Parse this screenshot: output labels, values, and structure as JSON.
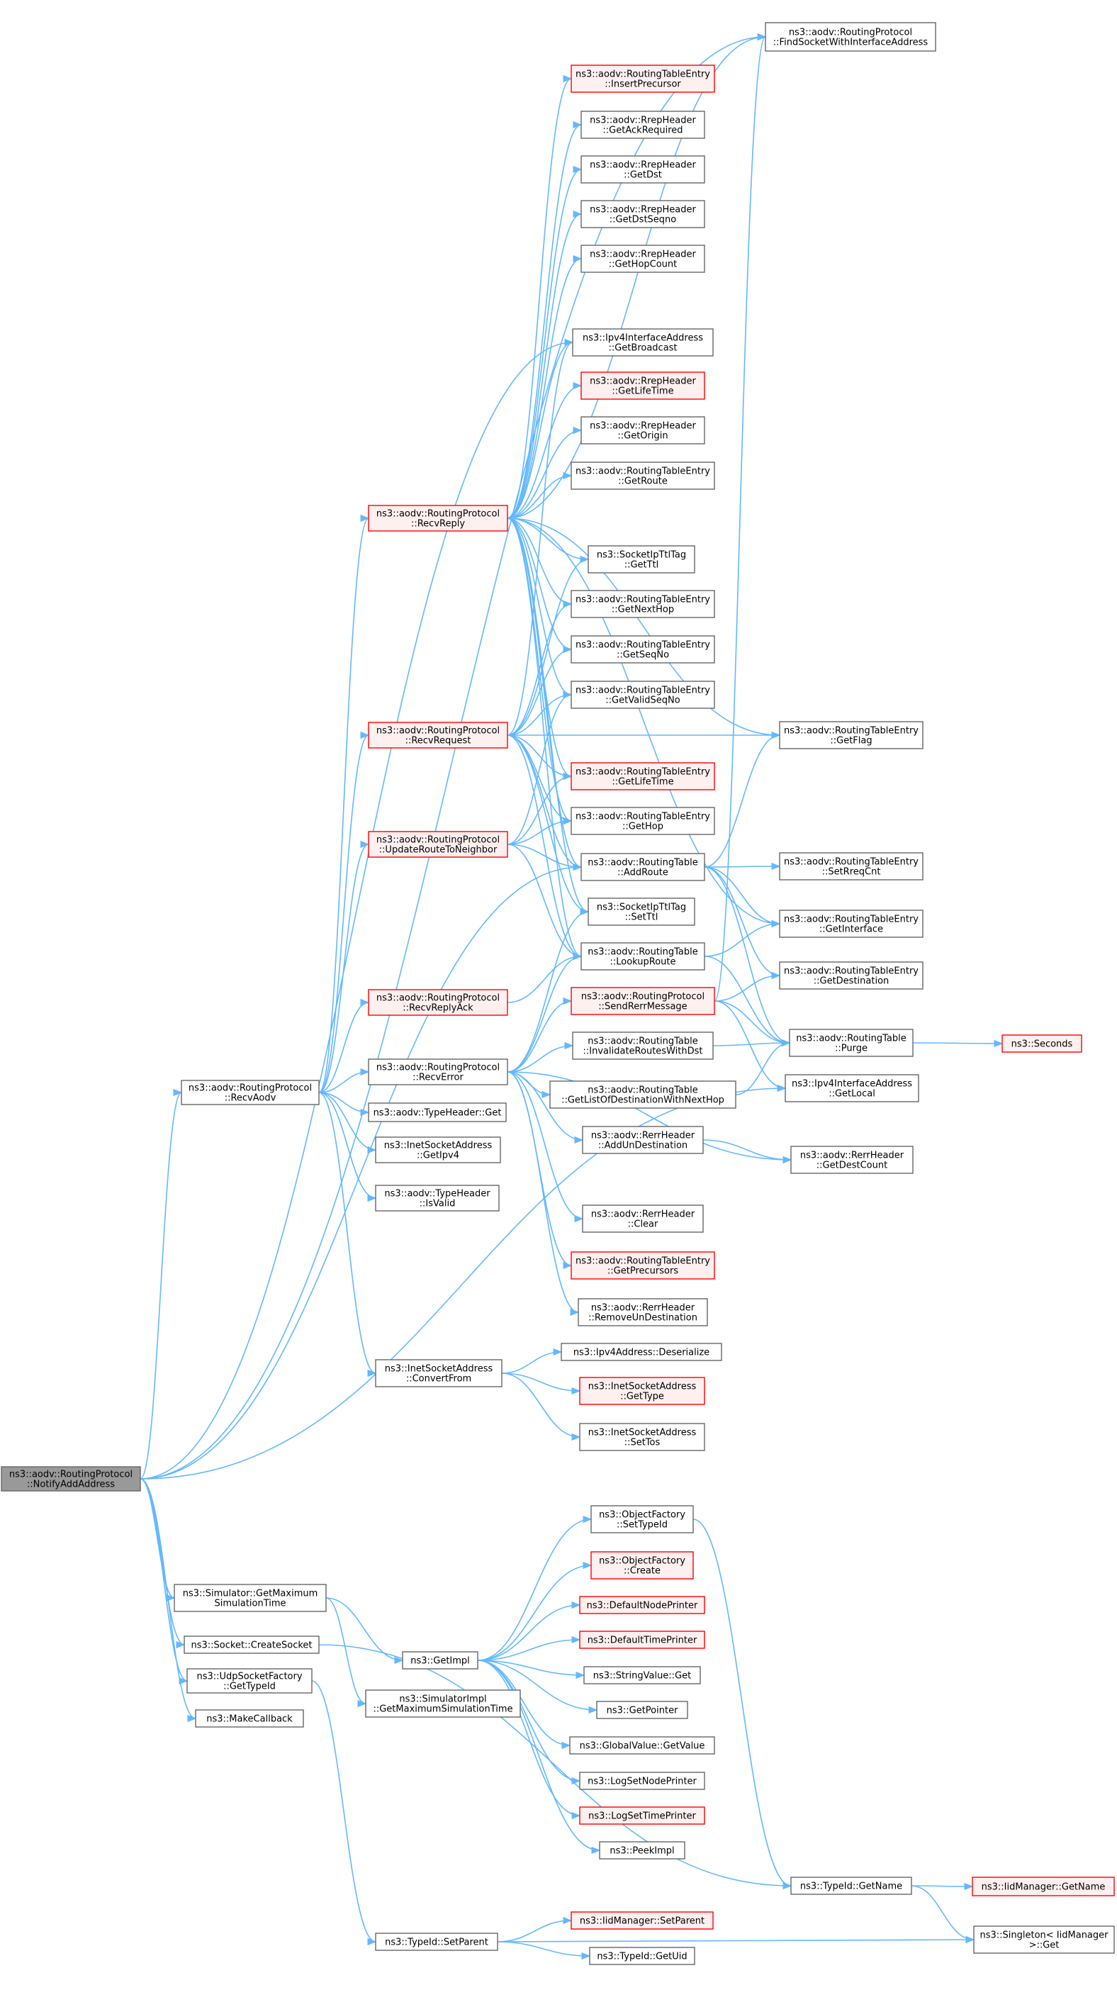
{
  "nodes": [
    {
      "id": "root",
      "lines": [
        "ns3::aodv::RoutingProtocol",
        "::NotifyAddAddress"
      ],
      "style": "root"
    },
    {
      "id": "recvAodv",
      "lines": [
        "ns3::aodv::RoutingProtocol",
        "::RecvAodv"
      ],
      "style": "normal"
    },
    {
      "id": "getMaxSim",
      "lines": [
        "ns3::Simulator::GetMaximum",
        "SimulationTime"
      ],
      "style": "normal"
    },
    {
      "id": "createSocket",
      "lines": [
        "ns3::Socket::CreateSocket"
      ],
      "style": "normal"
    },
    {
      "id": "udpGetTypeId",
      "lines": [
        "ns3::UdpSocketFactory",
        "::GetTypeId"
      ],
      "style": "normal"
    },
    {
      "id": "makeCallback",
      "lines": [
        "ns3::MakeCallback"
      ],
      "style": "normal"
    },
    {
      "id": "recvReply",
      "lines": [
        "ns3::aodv::RoutingProtocol",
        "::RecvReply"
      ],
      "style": "red"
    },
    {
      "id": "recvRequest",
      "lines": [
        "ns3::aodv::RoutingProtocol",
        "::RecvRequest"
      ],
      "style": "red"
    },
    {
      "id": "updateRoute",
      "lines": [
        "ns3::aodv::RoutingProtocol",
        "::UpdateRouteToNeighbor"
      ],
      "style": "red"
    },
    {
      "id": "recvReplyAck",
      "lines": [
        "ns3::aodv::RoutingProtocol",
        "::RecvReplyAck"
      ],
      "style": "red"
    },
    {
      "id": "recvError",
      "lines": [
        "ns3::aodv::RoutingProtocol",
        "::RecvError"
      ],
      "style": "normal"
    },
    {
      "id": "typeHeaderGet",
      "lines": [
        "ns3::aodv::TypeHeader::Get"
      ],
      "style": "normal"
    },
    {
      "id": "inetGetIpv4",
      "lines": [
        "ns3::InetSocketAddress",
        "::GetIpv4"
      ],
      "style": "normal"
    },
    {
      "id": "typeHeaderIsValid",
      "lines": [
        "ns3::aodv::TypeHeader",
        "::IsValid"
      ],
      "style": "normal"
    },
    {
      "id": "inetConvertFrom",
      "lines": [
        "ns3::InetSocketAddress",
        "::ConvertFrom"
      ],
      "style": "normal"
    },
    {
      "id": "getImpl",
      "lines": [
        "ns3::GetImpl"
      ],
      "style": "normal"
    },
    {
      "id": "simImplGetMax",
      "lines": [
        "ns3::SimulatorImpl",
        "::GetMaximumSimulationTime"
      ],
      "style": "normal"
    },
    {
      "id": "typeIdSetParent",
      "lines": [
        "ns3::TypeId::SetParent"
      ],
      "style": "normal"
    },
    {
      "id": "rteInsertPrecursor",
      "lines": [
        "ns3::aodv::RoutingTableEntry",
        "::InsertPrecursor"
      ],
      "style": "red"
    },
    {
      "id": "rrepGetAckRequired",
      "lines": [
        "ns3::aodv::RrepHeader",
        "::GetAckRequired"
      ],
      "style": "normal"
    },
    {
      "id": "rrepGetDst",
      "lines": [
        "ns3::aodv::RrepHeader",
        "::GetDst"
      ],
      "style": "normal"
    },
    {
      "id": "rrepGetDstSeqno",
      "lines": [
        "ns3::aodv::RrepHeader",
        "::GetDstSeqno"
      ],
      "style": "normal"
    },
    {
      "id": "rrepGetHopCount",
      "lines": [
        "ns3::aodv::RrepHeader",
        "::GetHopCount"
      ],
      "style": "normal"
    },
    {
      "id": "ipv4IfGetBroadcast",
      "lines": [
        "ns3::Ipv4InterfaceAddress",
        "::GetBroadcast"
      ],
      "style": "normal"
    },
    {
      "id": "rrepGetLifeTime",
      "lines": [
        "ns3::aodv::RrepHeader",
        "::GetLifeTime"
      ],
      "style": "red"
    },
    {
      "id": "rrepGetOrigin",
      "lines": [
        "ns3::aodv::RrepHeader",
        "::GetOrigin"
      ],
      "style": "normal"
    },
    {
      "id": "rteGetRoute",
      "lines": [
        "ns3::aodv::RoutingTableEntry",
        "::GetRoute"
      ],
      "style": "normal"
    },
    {
      "id": "ttlGetTtl",
      "lines": [
        "ns3::SocketIpTtlTag",
        "::GetTtl"
      ],
      "style": "normal"
    },
    {
      "id": "rteGetNextHop",
      "lines": [
        "ns3::aodv::RoutingTableEntry",
        "::GetNextHop"
      ],
      "style": "normal"
    },
    {
      "id": "rteGetSeqNo",
      "lines": [
        "ns3::aodv::RoutingTableEntry",
        "::GetSeqNo"
      ],
      "style": "normal"
    },
    {
      "id": "rteGetValidSeqNo",
      "lines": [
        "ns3::aodv::RoutingTableEntry",
        "::GetValidSeqNo"
      ],
      "style": "normal"
    },
    {
      "id": "rteGetLifeTime",
      "lines": [
        "ns3::aodv::RoutingTableEntry",
        "::GetLifeTime"
      ],
      "style": "red"
    },
    {
      "id": "rteGetHop",
      "lines": [
        "ns3::aodv::RoutingTableEntry",
        "::GetHop"
      ],
      "style": "normal"
    },
    {
      "id": "rtAddRoute",
      "lines": [
        "ns3::aodv::RoutingTable",
        "::AddRoute"
      ],
      "style": "normal"
    },
    {
      "id": "ttlSetTtl",
      "lines": [
        "ns3::SocketIpTtlTag",
        "::SetTtl"
      ],
      "style": "normal"
    },
    {
      "id": "rtLookupRoute",
      "lines": [
        "ns3::aodv::RoutingTable",
        "::LookupRoute"
      ],
      "style": "normal"
    },
    {
      "id": "sendRerr",
      "lines": [
        "ns3::aodv::RoutingProtocol",
        "::SendRerrMessage"
      ],
      "style": "red"
    },
    {
      "id": "rtInvalidate",
      "lines": [
        "ns3::aodv::RoutingTable",
        "::InvalidateRoutesWithDst"
      ],
      "style": "normal"
    },
    {
      "id": "rtGetListOfDst",
      "lines": [
        "ns3::aodv::RoutingTable",
        "::GetListOfDestinationWithNextHop"
      ],
      "style": "normal"
    },
    {
      "id": "rerrAddUnDest",
      "lines": [
        "ns3::aodv::RerrHeader",
        "::AddUnDestination"
      ],
      "style": "normal"
    },
    {
      "id": "rerrClear",
      "lines": [
        "ns3::aodv::RerrHeader",
        "::Clear"
      ],
      "style": "normal"
    },
    {
      "id": "rteGetPrecursors",
      "lines": [
        "ns3::aodv::RoutingTableEntry",
        "::GetPrecursors"
      ],
      "style": "red"
    },
    {
      "id": "rerrRemoveUnDest",
      "lines": [
        "ns3::aodv::RerrHeader",
        "::RemoveUnDestination"
      ],
      "style": "normal"
    },
    {
      "id": "ipv4Deserialize",
      "lines": [
        "ns3::Ipv4Address::Deserialize"
      ],
      "style": "normal"
    },
    {
      "id": "inetGetType",
      "lines": [
        "ns3::InetSocketAddress",
        "::GetType"
      ],
      "style": "red"
    },
    {
      "id": "inetSetTos",
      "lines": [
        "ns3::InetSocketAddress",
        "::SetTos"
      ],
      "style": "normal"
    },
    {
      "id": "ofSetTypeId",
      "lines": [
        "ns3::ObjectFactory",
        "::SetTypeId"
      ],
      "style": "normal"
    },
    {
      "id": "ofCreate",
      "lines": [
        "ns3::ObjectFactory",
        "::Create"
      ],
      "style": "red"
    },
    {
      "id": "defNodePrinter",
      "lines": [
        "ns3::DefaultNodePrinter"
      ],
      "style": "red"
    },
    {
      "id": "defTimePrinter",
      "lines": [
        "ns3::DefaultTimePrinter"
      ],
      "style": "red"
    },
    {
      "id": "stringValueGet",
      "lines": [
        "ns3::StringValue::Get"
      ],
      "style": "normal"
    },
    {
      "id": "getPointer",
      "lines": [
        "ns3::GetPointer"
      ],
      "style": "normal"
    },
    {
      "id": "globalValueGetValue",
      "lines": [
        "ns3::GlobalValue::GetValue"
      ],
      "style": "normal"
    },
    {
      "id": "logSetNodePrinter",
      "lines": [
        "ns3::LogSetNodePrinter"
      ],
      "style": "normal"
    },
    {
      "id": "logSetTimePrinter",
      "lines": [
        "ns3::LogSetTimePrinter"
      ],
      "style": "red"
    },
    {
      "id": "peekImpl",
      "lines": [
        "ns3::PeekImpl"
      ],
      "style": "normal"
    },
    {
      "id": "typeIdGetName",
      "lines": [
        "ns3::TypeId::GetName"
      ],
      "style": "normal"
    },
    {
      "id": "iidSetParent",
      "lines": [
        "ns3::IidManager::SetParent"
      ],
      "style": "red"
    },
    {
      "id": "typeIdGetUid",
      "lines": [
        "ns3::TypeId::GetUid"
      ],
      "style": "normal"
    },
    {
      "id": "findSocket",
      "lines": [
        "ns3::aodv::RoutingProtocol",
        "::FindSocketWithInterfaceAddress"
      ],
      "style": "normal"
    },
    {
      "id": "rteGetFlag",
      "lines": [
        "ns3::aodv::RoutingTableEntry",
        "::GetFlag"
      ],
      "style": "normal"
    },
    {
      "id": "rteSetRreqCnt",
      "lines": [
        "ns3::aodv::RoutingTableEntry",
        "::SetRreqCnt"
      ],
      "style": "normal"
    },
    {
      "id": "rteGetInterface",
      "lines": [
        "ns3::aodv::RoutingTableEntry",
        "::GetInterface"
      ],
      "style": "normal"
    },
    {
      "id": "rteGetDestination",
      "lines": [
        "ns3::aodv::RoutingTableEntry",
        "::GetDestination"
      ],
      "style": "normal"
    },
    {
      "id": "rtPurge",
      "lines": [
        "ns3::aodv::RoutingTable",
        "::Purge"
      ],
      "style": "normal"
    },
    {
      "id": "ipv4IfGetLocal",
      "lines": [
        "ns3::Ipv4InterfaceAddress",
        "::GetLocal"
      ],
      "style": "normal"
    },
    {
      "id": "rerrGetDestCount",
      "lines": [
        "ns3::aodv::RerrHeader",
        "::GetDestCount"
      ],
      "style": "normal"
    },
    {
      "id": "iidGetName",
      "lines": [
        "ns3::IidManager::GetName"
      ],
      "style": "red"
    },
    {
      "id": "singletonGet",
      "lines": [
        "ns3::Singleton< IidManager",
        ">::Get"
      ],
      "style": "normal"
    },
    {
      "id": "seconds",
      "lines": [
        "ns3::Seconds"
      ],
      "style": "red"
    }
  ],
  "edges": [
    [
      "root",
      "recvAodv"
    ],
    [
      "root",
      "getMaxSim"
    ],
    [
      "root",
      "createSocket"
    ],
    [
      "root",
      "udpGetTypeId"
    ],
    [
      "root",
      "makeCallback"
    ],
    [
      "root",
      "findSocket"
    ],
    [
      "root",
      "ipv4IfGetBroadcast"
    ],
    [
      "root",
      "rtAddRoute"
    ],
    [
      "root",
      "ipv4IfGetLocal"
    ],
    [
      "recvAodv",
      "recvReply"
    ],
    [
      "recvAodv",
      "recvRequest"
    ],
    [
      "recvAodv",
      "updateRoute"
    ],
    [
      "recvAodv",
      "recvReplyAck"
    ],
    [
      "recvAodv",
      "recvError"
    ],
    [
      "recvAodv",
      "typeHeaderGet"
    ],
    [
      "recvAodv",
      "inetGetIpv4"
    ],
    [
      "recvAodv",
      "typeHeaderIsValid"
    ],
    [
      "recvAodv",
      "inetConvertFrom"
    ],
    [
      "recvReply",
      "findSocket"
    ],
    [
      "recvReply",
      "rteInsertPrecursor"
    ],
    [
      "recvReply",
      "rrepGetAckRequired"
    ],
    [
      "recvReply",
      "rrepGetDst"
    ],
    [
      "recvReply",
      "rrepGetDstSeqno"
    ],
    [
      "recvReply",
      "rrepGetHopCount"
    ],
    [
      "recvReply",
      "ipv4IfGetBroadcast"
    ],
    [
      "recvReply",
      "rrepGetLifeTime"
    ],
    [
      "recvReply",
      "rrepGetOrigin"
    ],
    [
      "recvReply",
      "rteGetRoute"
    ],
    [
      "recvReply",
      "ttlGetTtl"
    ],
    [
      "recvReply",
      "rteGetNextHop"
    ],
    [
      "recvReply",
      "rteGetSeqNo"
    ],
    [
      "recvReply",
      "rteGetValidSeqNo"
    ],
    [
      "recvReply",
      "rteGetLifeTime"
    ],
    [
      "recvReply",
      "rteGetHop"
    ],
    [
      "recvReply",
      "rtAddRoute"
    ],
    [
      "recvReply",
      "ttlSetTtl"
    ],
    [
      "recvReply",
      "rtLookupRoute"
    ],
    [
      "recvReply",
      "rteGetFlag"
    ],
    [
      "recvReply",
      "rteGetInterface"
    ],
    [
      "recvRequest",
      "ipv4IfGetBroadcast"
    ],
    [
      "recvRequest",
      "ttlGetTtl"
    ],
    [
      "recvRequest",
      "rteGetNextHop"
    ],
    [
      "recvRequest",
      "rteGetSeqNo"
    ],
    [
      "recvRequest",
      "rteGetValidSeqNo"
    ],
    [
      "recvRequest",
      "rteGetLifeTime"
    ],
    [
      "recvRequest",
      "rteGetHop"
    ],
    [
      "recvRequest",
      "rtAddRoute"
    ],
    [
      "recvRequest",
      "ttlSetTtl"
    ],
    [
      "recvRequest",
      "rtLookupRoute"
    ],
    [
      "recvRequest",
      "rteGetFlag"
    ],
    [
      "updateRoute",
      "rteGetValidSeqNo"
    ],
    [
      "updateRoute",
      "rteGetLifeTime"
    ],
    [
      "updateRoute",
      "rteGetHop"
    ],
    [
      "updateRoute",
      "rtAddRoute"
    ],
    [
      "updateRoute",
      "rtLookupRoute"
    ],
    [
      "recvReplyAck",
      "rtLookupRoute"
    ],
    [
      "recvError",
      "ttlSetTtl"
    ],
    [
      "recvError",
      "rtLookupRoute"
    ],
    [
      "recvError",
      "sendRerr"
    ],
    [
      "recvError",
      "rtInvalidate"
    ],
    [
      "recvError",
      "rtGetListOfDst"
    ],
    [
      "recvError",
      "rerrAddUnDest"
    ],
    [
      "recvError",
      "rerrClear"
    ],
    [
      "recvError",
      "rteGetPrecursors"
    ],
    [
      "recvError",
      "rerrRemoveUnDest"
    ],
    [
      "recvError",
      "rerrGetDestCount"
    ],
    [
      "inetConvertFrom",
      "ipv4Deserialize"
    ],
    [
      "inetConvertFrom",
      "inetGetType"
    ],
    [
      "inetConvertFrom",
      "inetSetTos"
    ],
    [
      "getMaxSim",
      "getImpl"
    ],
    [
      "getMaxSim",
      "simImplGetMax"
    ],
    [
      "createSocket",
      "typeIdGetName"
    ],
    [
      "udpGetTypeId",
      "typeIdSetParent"
    ],
    [
      "getImpl",
      "ofSetTypeId"
    ],
    [
      "getImpl",
      "ofCreate"
    ],
    [
      "getImpl",
      "defNodePrinter"
    ],
    [
      "getImpl",
      "defTimePrinter"
    ],
    [
      "getImpl",
      "stringValueGet"
    ],
    [
      "getImpl",
      "getPointer"
    ],
    [
      "getImpl",
      "globalValueGetValue"
    ],
    [
      "getImpl",
      "logSetNodePrinter"
    ],
    [
      "getImpl",
      "logSetTimePrinter"
    ],
    [
      "getImpl",
      "peekImpl"
    ],
    [
      "typeIdSetParent",
      "iidSetParent"
    ],
    [
      "typeIdSetParent",
      "typeIdGetUid"
    ],
    [
      "typeIdSetParent",
      "singletonGet"
    ],
    [
      "ofSetTypeId",
      "typeIdGetName"
    ],
    [
      "typeIdGetName",
      "iidGetName"
    ],
    [
      "typeIdGetName",
      "singletonGet"
    ],
    [
      "rtAddRoute",
      "rteGetFlag"
    ],
    [
      "rtAddRoute",
      "rteSetRreqCnt"
    ],
    [
      "rtAddRoute",
      "rteGetInterface"
    ],
    [
      "rtAddRoute",
      "rteGetDestination"
    ],
    [
      "rtAddRoute",
      "rtPurge"
    ],
    [
      "rtLookupRoute",
      "rteGetInterface"
    ],
    [
      "rtLookupRoute",
      "rtPurge"
    ],
    [
      "sendRerr",
      "findSocket"
    ],
    [
      "sendRerr",
      "rteGetDestination"
    ],
    [
      "sendRerr",
      "rtPurge"
    ],
    [
      "sendRerr",
      "ipv4IfGetLocal"
    ],
    [
      "rtInvalidate",
      "rtPurge"
    ],
    [
      "rtGetListOfDst",
      "rtPurge"
    ],
    [
      "rerrAddUnDest",
      "rerrGetDestCount"
    ],
    [
      "rtPurge",
      "seconds"
    ]
  ]
}
